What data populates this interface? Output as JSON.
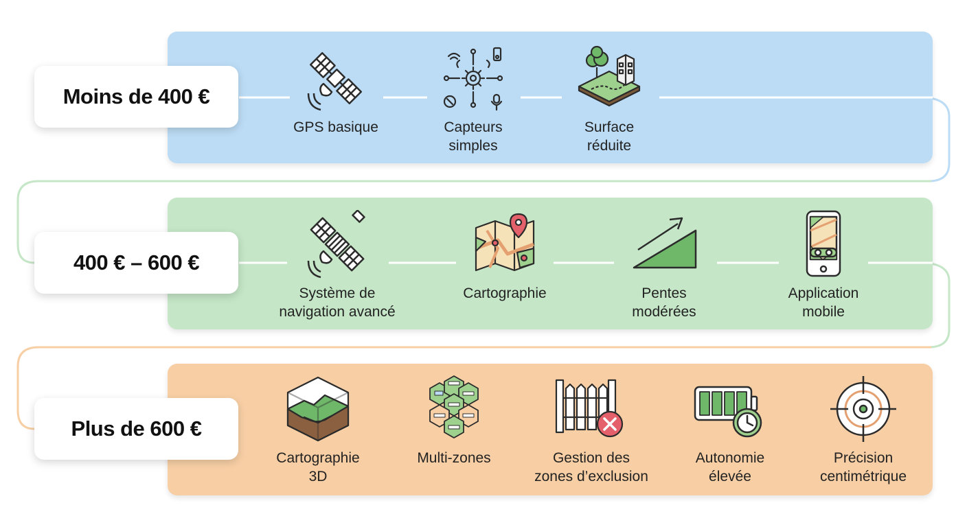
{
  "tiers": [
    {
      "label": "Moins de 400 €",
      "features": [
        {
          "label": "GPS basique",
          "icon": "satellite-icon"
        },
        {
          "label": "Capteurs\nsimples",
          "icon": "sensors-icon"
        },
        {
          "label": "Surface\nréduite",
          "icon": "small-plot-icon"
        }
      ]
    },
    {
      "label": "400 € – 600 €",
      "features": [
        {
          "label": "Système de\nnavigation avancé",
          "icon": "advanced-satellite-icon"
        },
        {
          "label": "Cartographie",
          "icon": "map-pin-icon"
        },
        {
          "label": "Pentes\nmodérées",
          "icon": "slope-icon"
        },
        {
          "label": "Application\nmobile",
          "icon": "smartphone-map-icon"
        }
      ]
    },
    {
      "label": "Plus de 600 €",
      "features": [
        {
          "label": "Cartographie\n3D",
          "icon": "terrain-3d-icon"
        },
        {
          "label": "Multi-zones",
          "icon": "hex-zones-icon"
        },
        {
          "label": "Gestion des\nzones d’exclusion",
          "icon": "fence-exclusion-icon"
        },
        {
          "label": "Autonomie\nélevée",
          "icon": "battery-clock-icon"
        },
        {
          "label": "Précision\ncentimétrique",
          "icon": "target-icon"
        }
      ]
    }
  ],
  "colors": {
    "tier1": "#bcdcf5",
    "tier2": "#c5e6c7",
    "tier3": "#f8cfa5",
    "accent_green": "#6fb86a",
    "accent_red": "#e4606a",
    "line": "#2b2b2b"
  }
}
